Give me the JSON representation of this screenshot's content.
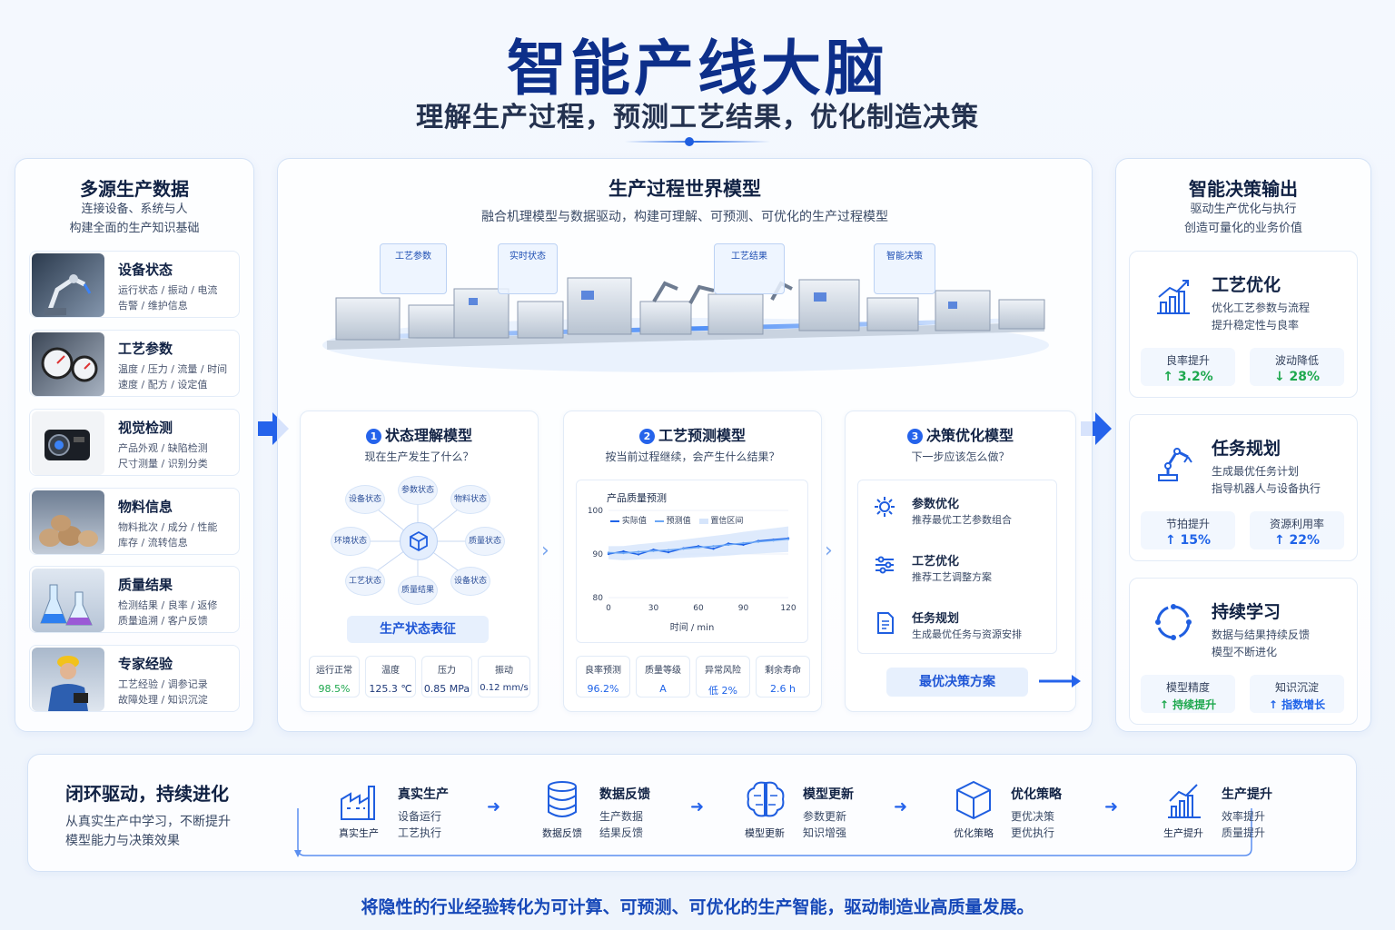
{
  "header": {
    "title": "智能产线大脑",
    "subtitle": "理解生产过程，预测工艺结果，优化制造决策"
  },
  "left": {
    "title": "多源生产数据",
    "sub1": "连接设备、系统与人",
    "sub2": "构建全面的生产知识基础",
    "items": [
      {
        "title": "设备状态",
        "l1": "运行状态 / 振动 / 电流",
        "l2": "告警 / 维护信息"
      },
      {
        "title": "工艺参数",
        "l1": "温度 / 压力 / 流量 / 时间",
        "l2": "速度 / 配方 / 设定值"
      },
      {
        "title": "视觉检测",
        "l1": "产品外观 / 缺陷检测",
        "l2": "尺寸测量 / 识别分类"
      },
      {
        "title": "物料信息",
        "l1": "物料批次 / 成分 / 性能",
        "l2": "库存 / 流转信息"
      },
      {
        "title": "质量结果",
        "l1": "检测结果 / 良率 / 返修",
        "l2": "质量追溯 / 客户反馈"
      },
      {
        "title": "专家经验",
        "l1": "工艺经验 / 调参记录",
        "l2": "故障处理 / 知识沉淀"
      }
    ]
  },
  "center": {
    "title": "生产过程世界模型",
    "subtitle": "融合机理模型与数据驱动，构建可理解、可预测、可优化的生产过程模型",
    "tags": [
      "工艺参数",
      "实时状态",
      "工艺结果",
      "智能决策"
    ],
    "m1": {
      "num": "1",
      "title": "状态理解模型",
      "q": "现在生产发生了什么？",
      "nodes": [
        "设备状态",
        "参数状态",
        "物料状态",
        "环境状态",
        "质量状态",
        "工艺状态",
        "质量结果",
        "设备状态"
      ],
      "btn": "生产状态表征",
      "kpis": [
        {
          "k": "运行正常",
          "v": "98.5%"
        },
        {
          "k": "温度",
          "v": "125.3 ℃"
        },
        {
          "k": "压力",
          "v": "0.85 MPa"
        },
        {
          "k": "振动",
          "v": "0.12 mm/s"
        }
      ]
    },
    "m2": {
      "num": "2",
      "title": "工艺预测模型",
      "q": "按当前过程继续，会产生什么结果？",
      "chart_title": "产品质量预测",
      "legend": [
        "实际值",
        "预测值",
        "置信区间"
      ],
      "xlabel": "时间 / min",
      "kpis": [
        {
          "k": "良率预测",
          "v": "96.2%"
        },
        {
          "k": "质量等级",
          "v": "A"
        },
        {
          "k": "异常风险",
          "v": "低 2%"
        },
        {
          "k": "剩余寿命",
          "v": "2.6 h"
        }
      ]
    },
    "m3": {
      "num": "3",
      "title": "决策优化模型",
      "q": "下一步应该怎么做？",
      "items": [
        {
          "title": "参数优化",
          "desc": "推荐最优工艺参数组合"
        },
        {
          "title": "工艺优化",
          "desc": "推荐工艺调整方案"
        },
        {
          "title": "任务规划",
          "desc": "生成最优任务与资源安排"
        }
      ],
      "btn": "最优决策方案"
    }
  },
  "chart_data": {
    "type": "line",
    "title": "产品质量预测",
    "xlabel": "时间 / min",
    "ylabel": "",
    "x": [
      0,
      10,
      20,
      30,
      40,
      50,
      60,
      70,
      80,
      90,
      100,
      110,
      120
    ],
    "ylim": [
      80,
      100
    ],
    "xticks": [
      0,
      30,
      60,
      90,
      120
    ],
    "yticks": [
      80,
      90,
      100
    ],
    "series": [
      {
        "name": "实际值",
        "values": [
          90,
          90.6,
          89.9,
          91,
          90.4,
          91.3,
          91.8,
          91.2,
          92.4,
          92.1,
          93,
          93.3,
          93.6
        ]
      },
      {
        "name": "预测值",
        "values": [
          90.3,
          90.2,
          90.5,
          90.7,
          90.9,
          91.2,
          91.5,
          91.8,
          92.1,
          92.5,
          92.8,
          93.1,
          93.4
        ]
      }
    ]
  },
  "right": {
    "title": "智能决策输出",
    "sub1": "驱动生产优化与执行",
    "sub2": "创造可量化的业务价值",
    "cards": [
      {
        "title": "工艺优化",
        "l1": "优化工艺参数与流程",
        "l2": "提升稳定性与良率",
        "metrics": [
          {
            "k": "良率提升",
            "v": "↑ 3.2%",
            "c": "green"
          },
          {
            "k": "波动降低",
            "v": "↓ 28%",
            "c": "green"
          }
        ]
      },
      {
        "title": "任务规划",
        "l1": "生成最优任务计划",
        "l2": "指导机器人与设备执行",
        "metrics": [
          {
            "k": "节拍提升",
            "v": "↑ 15%",
            "c": "blue"
          },
          {
            "k": "资源利用率",
            "v": "↑ 22%",
            "c": "blue"
          }
        ]
      },
      {
        "title": "持续学习",
        "l1": "数据与结果持续反馈",
        "l2": "模型不断进化",
        "metrics": [
          {
            "k": "模型精度",
            "v": "↑ 持续提升",
            "c": "green"
          },
          {
            "k": "知识沉淀",
            "v": "↑ 指数增长",
            "c": "blue"
          }
        ]
      }
    ]
  },
  "bottom": {
    "title": "闭环驱动，持续进化",
    "l1": "从真实生产中学习，不断提升",
    "l2": "模型能力与决策效果",
    "steps": [
      {
        "cap": "真实生产",
        "title": "真实生产",
        "l1": "设备运行",
        "l2": "工艺执行"
      },
      {
        "cap": "数据反馈",
        "title": "数据反馈",
        "l1": "生产数据",
        "l2": "结果反馈"
      },
      {
        "cap": "模型更新",
        "title": "模型更新",
        "l1": "参数更新",
        "l2": "知识增强"
      },
      {
        "cap": "优化策略",
        "title": "优化策略",
        "l1": "更优决策",
        "l2": "更优执行"
      },
      {
        "cap": "生产提升",
        "title": "生产提升",
        "l1": "效率提升",
        "l2": "质量提升"
      }
    ]
  },
  "footer": "将隐性的行业经验转化为可计算、可预测、可优化的生产智能，驱动制造业高质量发展。"
}
